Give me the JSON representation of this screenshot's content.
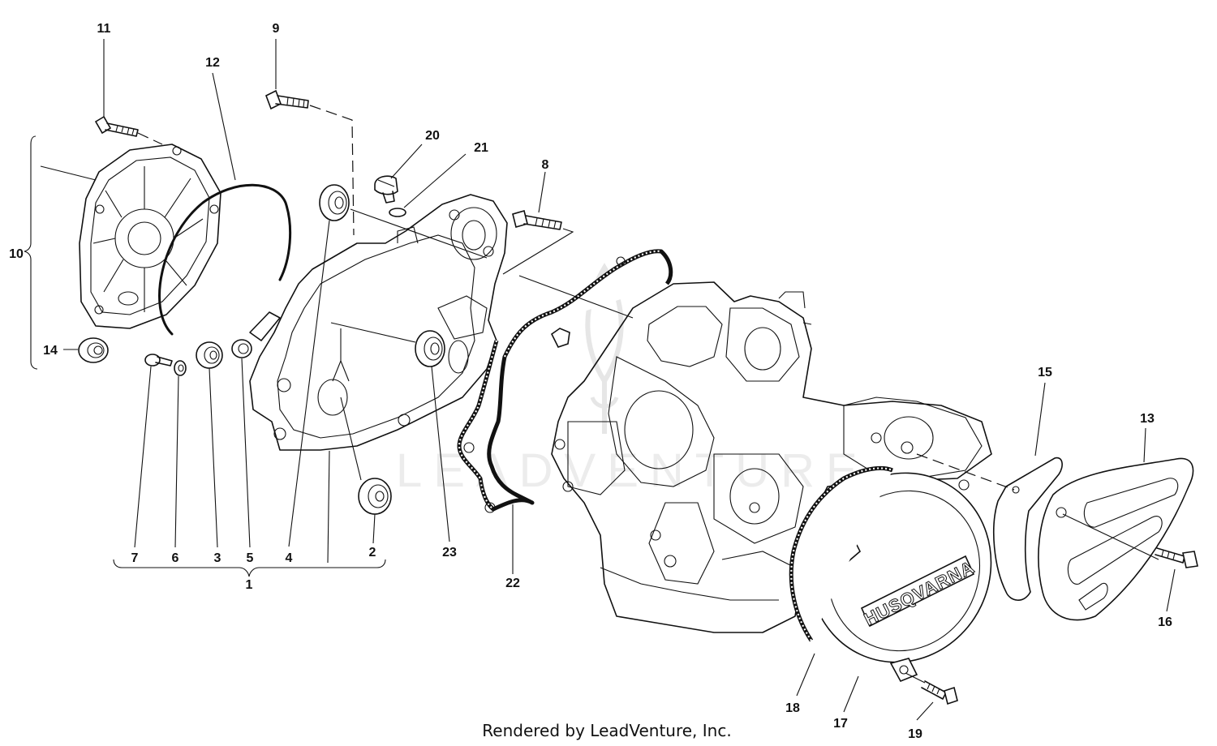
{
  "credit": "Rendered by LeadVenture, Inc.",
  "watermark": "LEADVENTURE",
  "brand_text": "HUSQVARNA",
  "callouts": [
    {
      "id": "1",
      "label": "1"
    },
    {
      "id": "2",
      "label": "2"
    },
    {
      "id": "3",
      "label": "3"
    },
    {
      "id": "4",
      "label": "4"
    },
    {
      "id": "5",
      "label": "5"
    },
    {
      "id": "6",
      "label": "6"
    },
    {
      "id": "7",
      "label": "7"
    },
    {
      "id": "8",
      "label": "8"
    },
    {
      "id": "9",
      "label": "9"
    },
    {
      "id": "10",
      "label": "10"
    },
    {
      "id": "11",
      "label": "11"
    },
    {
      "id": "12",
      "label": "12"
    },
    {
      "id": "13",
      "label": "13"
    },
    {
      "id": "14",
      "label": "14"
    },
    {
      "id": "15",
      "label": "15"
    },
    {
      "id": "16",
      "label": "16"
    },
    {
      "id": "17",
      "label": "17"
    },
    {
      "id": "18",
      "label": "18"
    },
    {
      "id": "19",
      "label": "19"
    },
    {
      "id": "20",
      "label": "20"
    },
    {
      "id": "21",
      "label": "21"
    },
    {
      "id": "22",
      "label": "22"
    },
    {
      "id": "23",
      "label": "23"
    }
  ]
}
